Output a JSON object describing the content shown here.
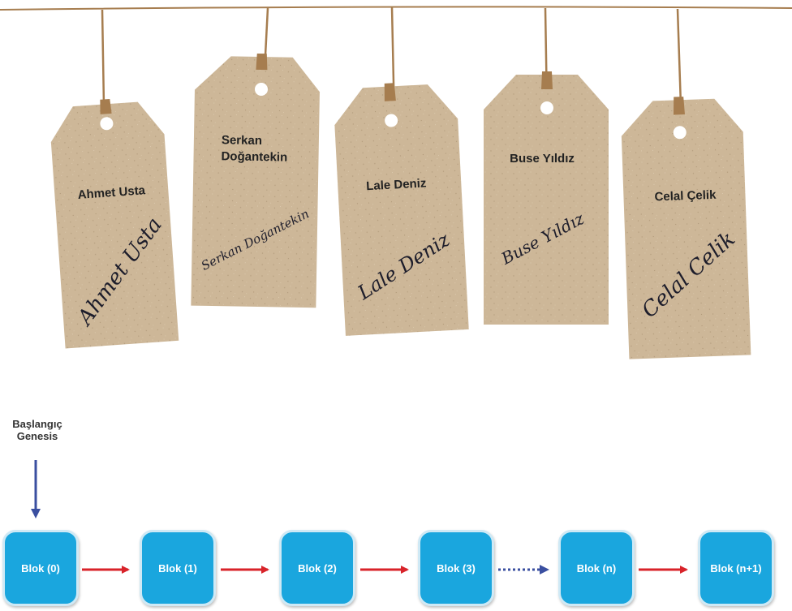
{
  "tags": [
    {
      "name": "Ahmet Usta",
      "signature": "Ahmet Usta"
    },
    {
      "name": "Serkan Doğantekin",
      "name_line1": "Serkan",
      "name_line2": "Doğantekin",
      "signature": "Serkan Doğantekin"
    },
    {
      "name": "Lale Deniz",
      "signature": "Lale Deniz"
    },
    {
      "name": "Buse Yıldız",
      "signature": "Buse Yıldız"
    },
    {
      "name": "Celal Çelik",
      "signature": "Celal Celik"
    }
  ],
  "chain": {
    "start_label_line1": "Başlangıç",
    "start_label_line2": "Genesis",
    "blocks": [
      "Blok (0)",
      "Blok (1)",
      "Blok (2)",
      "Blok (3)",
      "Blok (n)",
      "Blok (n+1)"
    ]
  },
  "colors": {
    "tag_paper": "#cdb798",
    "string": "#a67d4f",
    "block_fill": "#1aa6de",
    "arrow_red": "#d8232a",
    "arrow_blue": "#3a4fa0"
  }
}
